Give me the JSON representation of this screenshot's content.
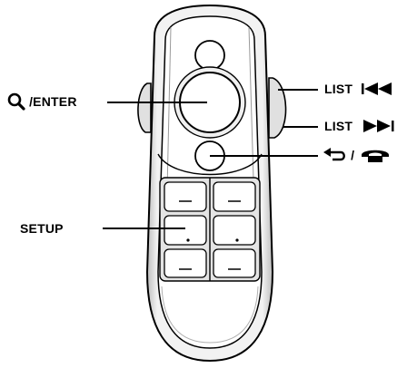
{
  "title": "",
  "device": {
    "name": "remote-control",
    "body_color": "#ffffff",
    "stroke_color": "#000000",
    "shading_color": "#d9d9d9"
  },
  "callouts": [
    {
      "id": "enter",
      "text": "/ENTER",
      "icon": "search-icon"
    },
    {
      "id": "list-prev",
      "text": "LIST",
      "icon": "skip-previous-icon"
    },
    {
      "id": "list-next",
      "text": "LIST",
      "icon": "skip-next-icon"
    },
    {
      "id": "back-phone",
      "text": "/",
      "icon": "back-arrow-icon",
      "icon2": "phone-hangup-icon"
    },
    {
      "id": "setup",
      "text": "SETUP",
      "icon": ""
    }
  ]
}
